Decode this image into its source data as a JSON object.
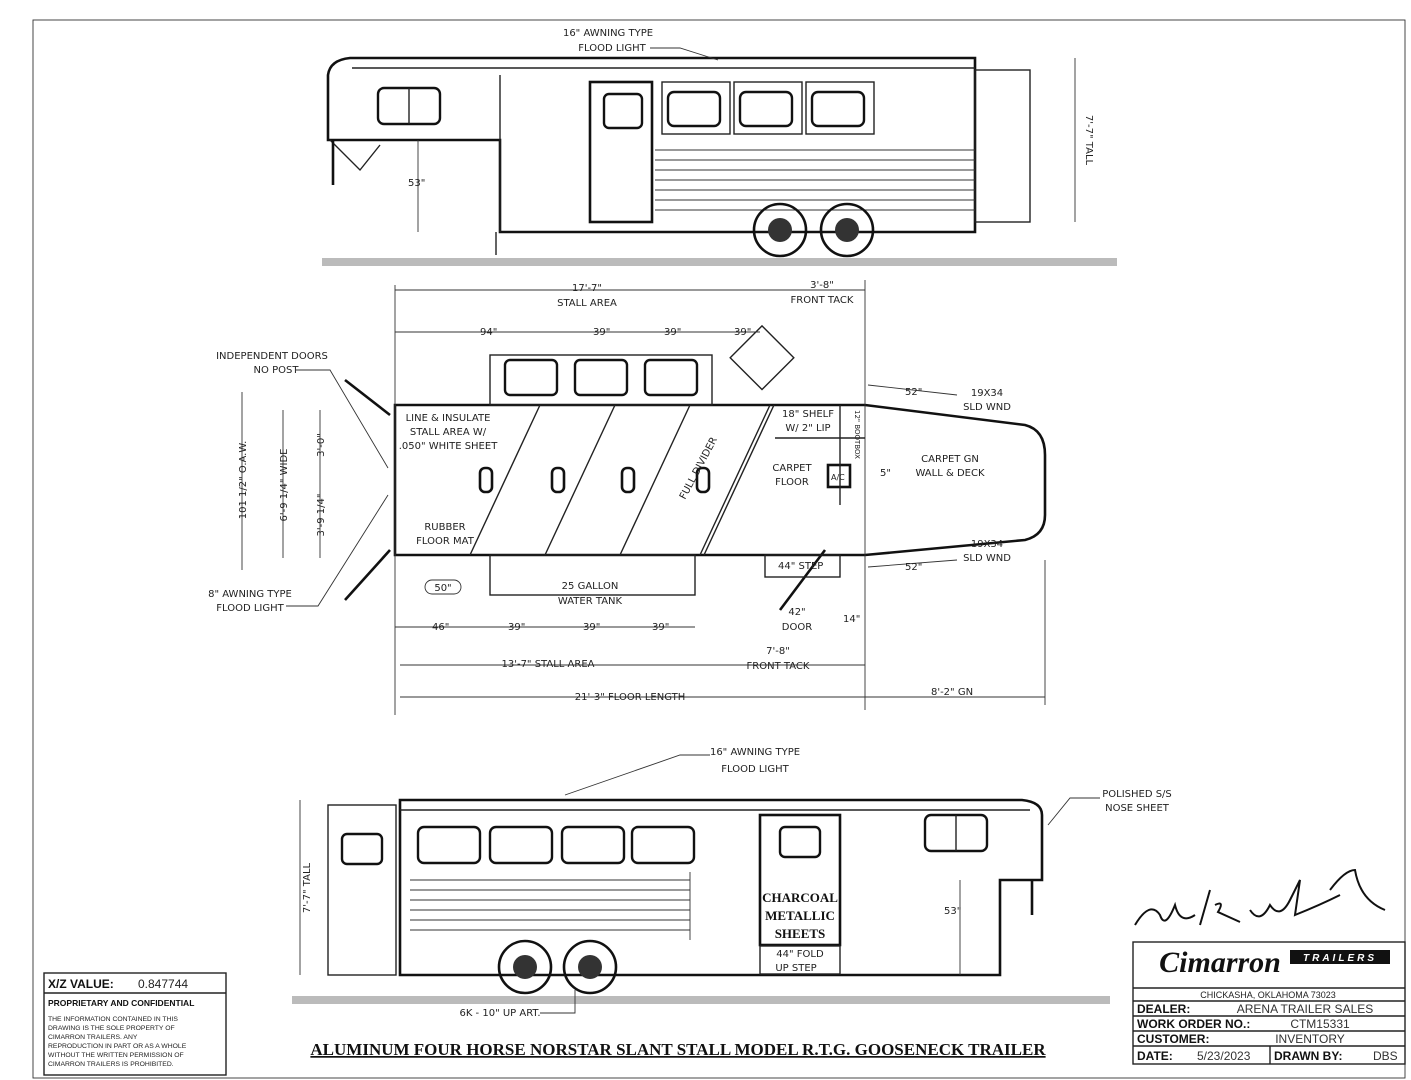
{
  "top_elevation": {
    "callout_light": [
      "16\" AWNING TYPE",
      "FLOOD LIGHT"
    ],
    "height_dim": "7'-7\" TALL",
    "hitch_dim": "53\""
  },
  "plan_view": {
    "stall_area_top": "17'-7\"",
    "stall_area_top_label": "STALL AREA",
    "front_tack_top": "3'-8\"",
    "front_tack_top_label": "FRONT TACK",
    "top_dims": [
      "94\"",
      "39\"",
      "39\"",
      "39\""
    ],
    "independent_doors": [
      "INDEPENDENT DOORS",
      "NO POST"
    ],
    "line_insulate": [
      "LINE & INSULATE",
      "STALL AREA W/",
      ".050\" WHITE SHEET"
    ],
    "rubber_mat": [
      "RUBBER",
      "FLOOR MAT"
    ],
    "full_divider": "FULL DIVIDER",
    "carpet_floor": [
      "CARPET",
      "FLOOR"
    ],
    "shelf": [
      "18\" SHELF",
      "W/ 2\" LIP"
    ],
    "bootbox": "12\" BOOTBOX",
    "ac": "A/C",
    "ac_offset": "5\"",
    "carpet_gn": [
      "CARPET GN",
      "WALL & DECK"
    ],
    "window_top": [
      "19X34",
      "SLD WND"
    ],
    "window_bottom": [
      "19X34",
      "SLD WND"
    ],
    "gn_dim_top": "52\"",
    "gn_dim_bottom": "52\"",
    "oaw": "101 1/2\" O.A.W.",
    "wide": "6'-9 1/4\" WIDE",
    "upper_half": "3'-0\"",
    "lower_half": "3'-9 1/4\"",
    "awning_light": [
      "8\" AWNING TYPE",
      "FLOOD LIGHT"
    ],
    "tank_dim": "50\"",
    "water_tank": [
      "25 GALLON",
      "WATER TANK"
    ],
    "step": "44\" STEP",
    "door_dim": "42\"",
    "door_label": "DOOR",
    "door_offset": "14\"",
    "bottom_dims": [
      "46\"",
      "39\"",
      "39\"",
      "39\""
    ],
    "stall_area_bottom": "13'-7\" STALL AREA",
    "front_tack_bottom": [
      "7'-8\"",
      "FRONT TACK"
    ],
    "floor_length": "21'-3\" FLOOR LENGTH",
    "gn_length": "8'-2\" GN"
  },
  "bottom_elevation": {
    "callout_light": [
      "16\" AWNING TYPE",
      "FLOOD LIGHT"
    ],
    "nose_sheet": [
      "POLISHED S/S",
      "NOSE SHEET"
    ],
    "height_dim": "7'-7\" TALL",
    "hitch_dim": "53\"",
    "sheets": [
      "CHARCOAL",
      "METALLIC",
      "SHEETS"
    ],
    "fold_step": [
      "44\" FOLD",
      "UP STEP"
    ],
    "axle": "6K - 10\" UP ART."
  },
  "info_box": {
    "xz_label": "X/Z VALUE:",
    "xz_value": "0.847744",
    "proprietary_title": "PROPRIETARY AND CONFIDENTIAL",
    "proprietary_text": [
      "THE INFORMATION CONTAINED IN THIS",
      "DRAWING IS THE SOLE PROPERTY OF",
      "CIMARRON TRAILERS.  ANY",
      "REPRODUCTION IN PART OR AS A WHOLE",
      "WITHOUT THE WRITTEN PERMISSION OF",
      "CIMARRON TRAILERS IS PROHIBITED."
    ]
  },
  "drawing_title": "ALUMINUM FOUR HORSE NORSTAR SLANT STALL MODEL R.T.G. GOOSENECK TRAILER",
  "title_block": {
    "logo": "Cimarron",
    "logo_sub": "TRAILERS",
    "location": "CHICKASHA, OKLAHOMA 73023",
    "dealer_label": "DEALER:",
    "dealer": "ARENA TRAILER SALES",
    "work_order_label": "WORK ORDER NO.:",
    "work_order": "CTM15331",
    "customer_label": "CUSTOMER:",
    "customer": "INVENTORY",
    "date_label": "DATE:",
    "date": "5/23/2023",
    "drawn_by_label": "DRAWN BY:",
    "drawn_by": "DBS"
  }
}
